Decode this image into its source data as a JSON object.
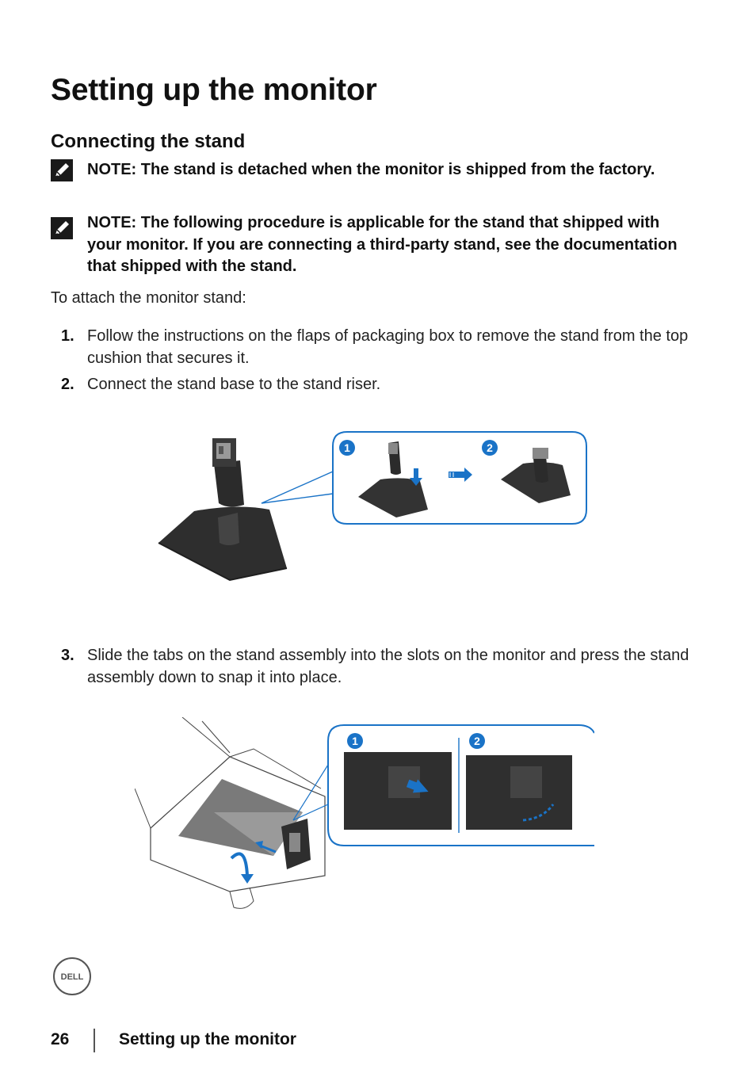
{
  "page_title": "Setting up the monitor",
  "section_title": "Connecting the stand",
  "notes": [
    {
      "icon": "note-pencil-icon",
      "text": "NOTE: The stand is detached when the monitor is shipped from the factory."
    },
    {
      "icon": "note-pencil-icon",
      "text": "NOTE: The following procedure is applicable for the stand that shipped with your monitor. If you are connecting a third-party stand, see the documentation that shipped with the stand."
    }
  ],
  "intro": "To attach the monitor stand:",
  "steps": [
    {
      "num": "1.",
      "text": "Follow the instructions on the flaps of packaging box to remove the stand from the top cushion that secures it."
    },
    {
      "num": "2.",
      "text": "Connect the stand base to the stand riser."
    },
    {
      "num": "3.",
      "text": "Slide the tabs on the stand assembly into the slots on the monitor and press the stand assembly down to snap it into place."
    }
  ],
  "figure1": {
    "callouts": [
      "1",
      "2"
    ]
  },
  "figure2": {
    "callouts": [
      "1",
      "2"
    ]
  },
  "logo_text": "DELL",
  "footer": {
    "page_number": "26",
    "title": "Setting up the monitor"
  },
  "colors": {
    "accent_blue": "#1a73c7",
    "stand_dark": "#333333"
  }
}
